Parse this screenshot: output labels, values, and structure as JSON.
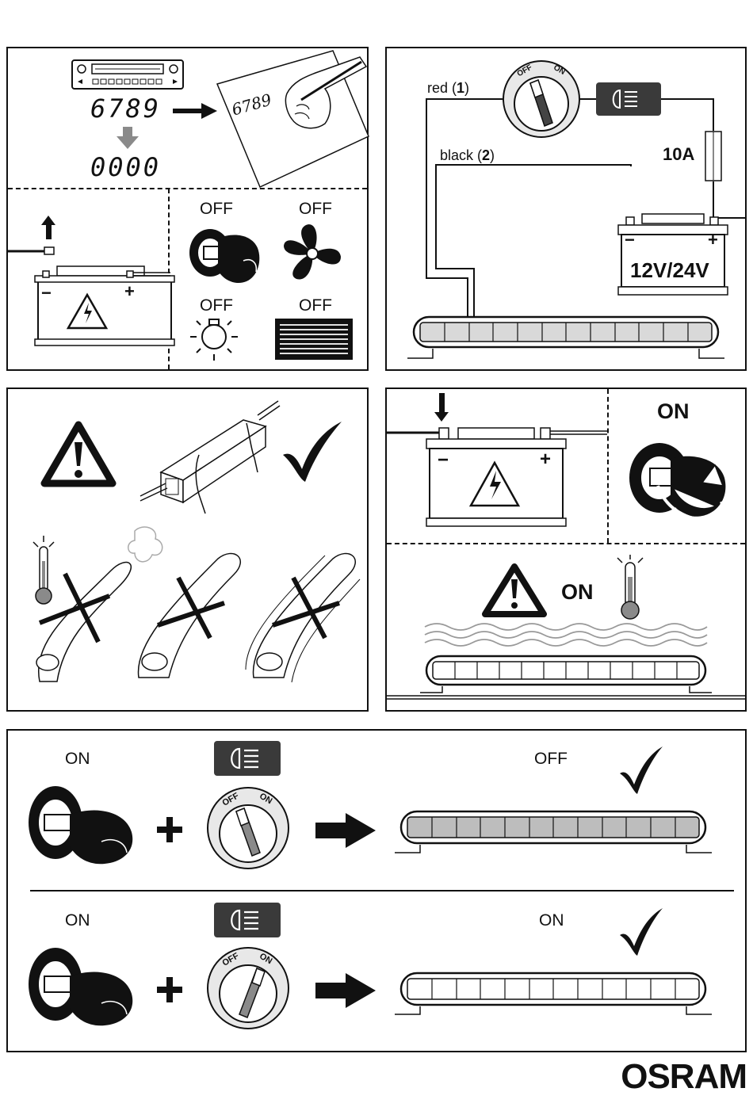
{
  "panel1": {
    "display_code": "6789",
    "display_code_hidden_digit": "7",
    "display_reset": "0000",
    "handwritten_code": "6789",
    "off_labels": [
      "OFF",
      "OFF",
      "OFF",
      "OFF"
    ]
  },
  "panel2": {
    "wire_red": "red (",
    "wire_red_num": "1",
    "wire_red_end": ")",
    "wire_black": "black (",
    "wire_black_num": "2",
    "wire_black_end": ")",
    "fuse": "10A",
    "battery_voltage": "12V/24V",
    "battery_minus": "−",
    "battery_plus": "+",
    "switch_off": "OFF",
    "switch_on": "ON"
  },
  "panel4": {
    "ignition_on": "ON",
    "heat_warning_on": "ON",
    "battery_minus": "−",
    "battery_plus": "+"
  },
  "panel5": {
    "row1": {
      "ignition": "ON",
      "switch_off": "OFF",
      "switch_on": "ON",
      "result": "OFF"
    },
    "row2": {
      "ignition": "ON",
      "switch_off": "OFF",
      "switch_on": "ON",
      "result": "ON"
    }
  },
  "brand": {
    "logo": "OSRAM"
  },
  "colors": {
    "ink": "#111111",
    "grey": "#8a8a8a",
    "light_grey": "#cfcfcf",
    "switch_dark": "#444444"
  }
}
